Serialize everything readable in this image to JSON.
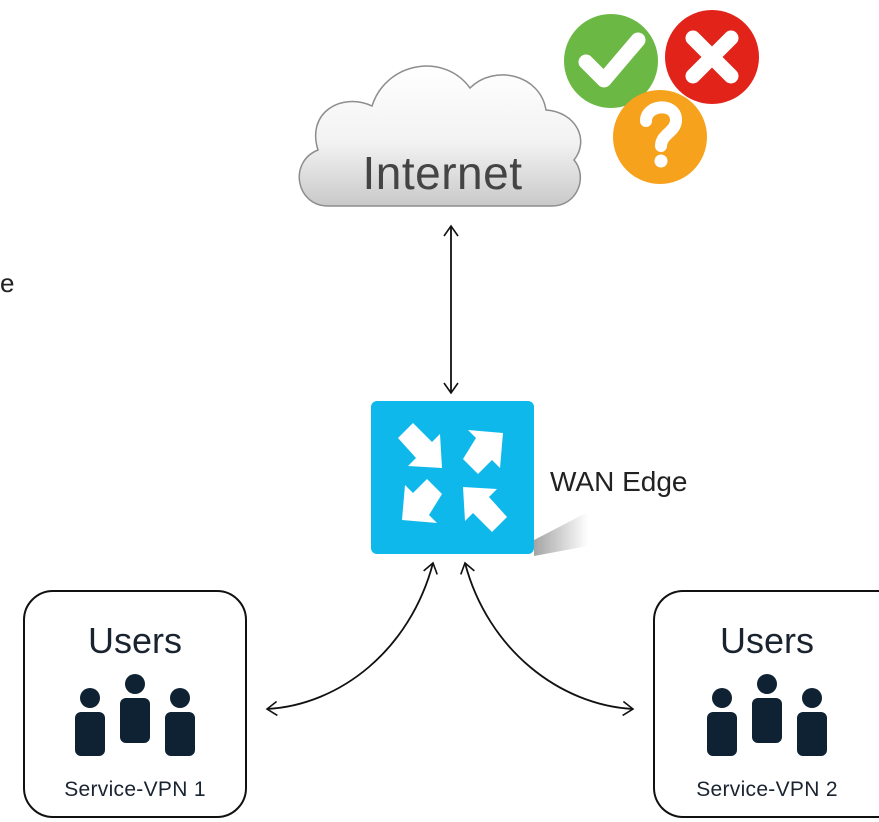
{
  "internet": {
    "label": "Internet"
  },
  "status_icons": [
    {
      "name": "check-icon",
      "color": "#6cb844"
    },
    {
      "name": "close-icon",
      "color": "#e2231a"
    },
    {
      "name": "question-icon",
      "color": "#f6a21c"
    }
  ],
  "wan_edge": {
    "label": "WAN Edge",
    "color": "#0fb8ea"
  },
  "sites": [
    {
      "title": "Users",
      "vpn": "Service-VPN 1"
    },
    {
      "title": "Users",
      "vpn": "Service-VPN 2"
    }
  ],
  "stray_text": "e",
  "colors": {
    "icon_dark": "#0f2233",
    "stroke": "#111111"
  }
}
